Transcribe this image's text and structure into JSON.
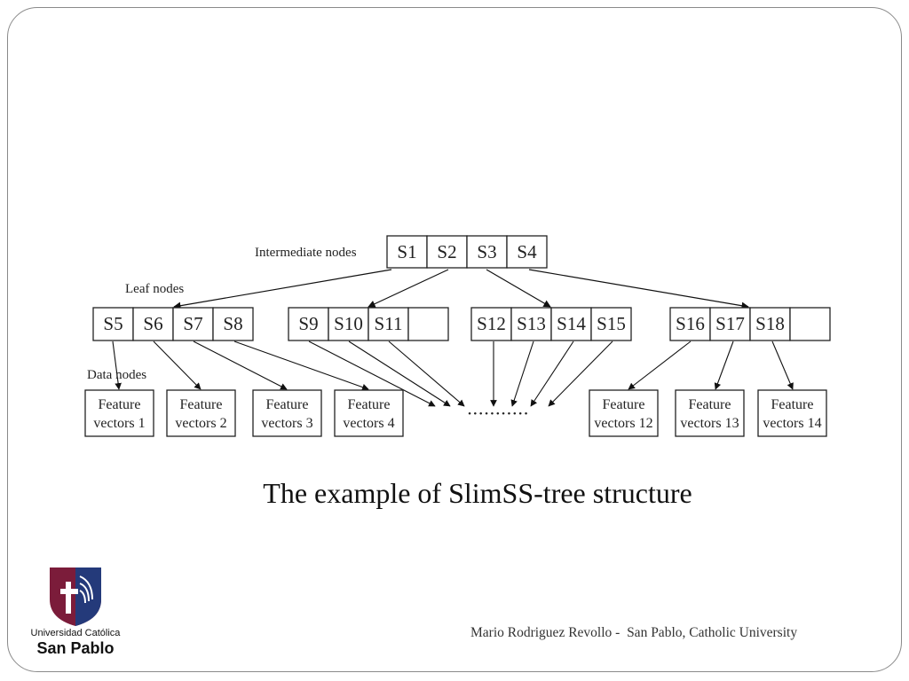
{
  "diagram": {
    "labels": {
      "intermediate": "Intermediate nodes",
      "leaf": "Leaf nodes",
      "data": "Data nodes"
    },
    "intermediate_node": [
      "S1",
      "S2",
      "S3",
      "S4"
    ],
    "leaf_nodes": [
      [
        "S5",
        "S6",
        "S7",
        "S8"
      ],
      [
        "S9",
        "S10",
        "S11",
        ""
      ],
      [
        "S12",
        "S13",
        "S14",
        "S15"
      ],
      [
        "S16",
        "S17",
        "S18",
        ""
      ]
    ],
    "data_nodes": [
      [
        "Feature",
        "vectors 1"
      ],
      [
        "Feature",
        "vectors 2"
      ],
      [
        "Feature",
        "vectors 3"
      ],
      [
        "Feature",
        "vectors 4"
      ],
      [
        "Feature",
        "vectors 12"
      ],
      [
        "Feature",
        "vectors 13"
      ],
      [
        "Feature",
        "vectors 14"
      ]
    ],
    "ellipsis": "•••••••••••"
  },
  "caption": "The example of SlimSS-tree structure",
  "footer": "Mario Rodriguez Revollo -  San Pablo, Catholic University",
  "logo": {
    "line1": "Universidad Católica",
    "line2": "San Pablo",
    "colors": {
      "maroon": "#7b1c3a",
      "navy": "#243a7a"
    }
  }
}
